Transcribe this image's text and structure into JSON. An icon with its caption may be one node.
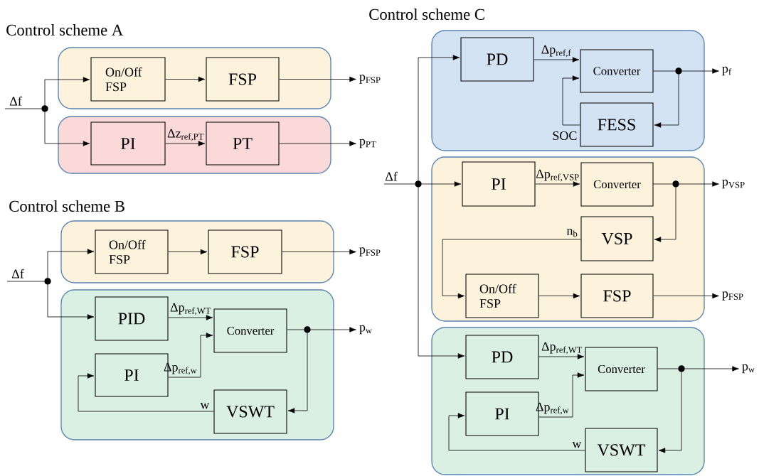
{
  "diagram": {
    "nodes": [
      {
        "text": [],
        "shape": "box"
      },
      {
        "text": [
          "On/Off FSP"
        ],
        "in": 0
      },
      {
        "text": [
          "FSP"
        ],
        "in": 0
      },
      {
        "text": [],
        "shape": "box"
      },
      {
        "text": [
          "PI"
        ],
        "in": 3
      },
      {
        "text": [
          "PT"
        ],
        "in": 3
      },
      {
        "text": [],
        "shape": "circle"
      },
      {
        "text": [
          "p$_{FSP}$"
        ]
      },
      {
        "text": [
          "p$_{PT}$"
        ]
      },
      {
        "text": [],
        "shape": "box"
      },
      {
        "text": [
          "On/Off FSP"
        ],
        "in": 9
      },
      {
        "text": [
          "FSP"
        ],
        "in": 9
      },
      {
        "text": [],
        "shape": "box"
      },
      {
        "text": [
          "PID"
        ],
        "in": 12
      },
      {
        "text": [
          "Converter"
        ],
        "in": 12
      },
      {
        "text": [
          "PI"
        ],
        "in": 12
      },
      {
        "text": [
          "VSWT"
        ],
        "in": 12
      },
      {
        "text": [],
        "shape": "circle"
      },
      {
        "text": [],
        "shape": "circle",
        "in": 12
      },
      {
        "text": [
          "p$_{FSP}$"
        ]
      },
      {
        "text": [
          "p$_{w}$"
        ]
      },
      {
        "text": [],
        "shape": "box"
      },
      {
        "text": [
          "PD"
        ],
        "in": 21
      },
      {
        "text": [
          "Converter"
        ],
        "in": 21
      },
      {
        "text": [
          "FESS"
        ],
        "in": 21
      },
      {
        "text": [],
        "shape": "circle",
        "in": 21
      },
      {
        "text": [
          "p$_{f}$"
        ]
      },
      {
        "text": [],
        "shape": "box"
      },
      {
        "text": [
          "PI"
        ],
        "in": 27
      },
      {
        "text": [
          "Converter"
        ],
        "in": 27
      },
      {
        "text": [
          "VSP"
        ],
        "in": 27
      },
      {
        "text": [
          "On/Off FSP"
        ],
        "in": 27
      },
      {
        "text": [
          "FSP"
        ],
        "in": 27
      },
      {
        "text": [],
        "shape": "circle",
        "in": 27
      },
      {
        "text": [
          "p$_{VSP}$"
        ]
      },
      {
        "text": [
          "p$_{FSP}$"
        ]
      },
      {
        "text": [],
        "shape": "box"
      },
      {
        "text": [
          "PD"
        ],
        "in": 36
      },
      {
        "text": [
          "Converter"
        ],
        "in": 36
      },
      {
        "text": [
          "PI"
        ],
        "in": 36
      },
      {
        "text": [
          "VSWT"
        ],
        "in": 36
      },
      {
        "text": [],
        "shape": "circle",
        "in": 36
      },
      {
        "text": [
          "p$_{w}$"
        ]
      },
      {
        "text": [],
        "shape": "circle"
      }
    ],
    "edges": [
      {
        "from": null,
        "to": 6,
        "arrow": "none",
        "label": "Δf"
      },
      {
        "from": 6,
        "to": 1,
        "arrow": "to"
      },
      {
        "from": 6,
        "to": 4,
        "arrow": "to"
      },
      {
        "from": 1,
        "to": 2,
        "arrow": "to"
      },
      {
        "from": 2,
        "to": 7,
        "arrow": "to"
      },
      {
        "from": 4,
        "to": 5,
        "arrow": "to",
        "label": "Δz$_{ref,PT}$"
      },
      {
        "from": 5,
        "to": 8,
        "arrow": "to"
      },
      {
        "from": null,
        "to": 17,
        "arrow": "none",
        "label": "Δf"
      },
      {
        "from": 17,
        "to": 10,
        "arrow": "to"
      },
      {
        "from": 17,
        "to": 13,
        "arrow": "to"
      },
      {
        "from": 10,
        "to": 11,
        "arrow": "to"
      },
      {
        "from": 11,
        "to": 19,
        "arrow": "to"
      },
      {
        "from": 13,
        "to": 14,
        "arrow": "to",
        "label": "Δp$_{ref,WT}$"
      },
      {
        "from": 15,
        "to": 14,
        "arrow": "to",
        "label": "Δp$_{ref,w}$"
      },
      {
        "from": 14,
        "to": 18,
        "arrow": "none"
      },
      {
        "from": 18,
        "to": 20,
        "arrow": "to"
      },
      {
        "from": 18,
        "to": 16,
        "arrow": "to"
      },
      {
        "from": 16,
        "to": 15,
        "arrow": "to",
        "label": "w"
      },
      {
        "from": null,
        "to": 43,
        "arrow": "none",
        "label": "Δf"
      },
      {
        "from": 43,
        "to": 22,
        "arrow": "to"
      },
      {
        "from": 43,
        "to": 28,
        "arrow": "to"
      },
      {
        "from": 43,
        "to": 37,
        "arrow": "to"
      },
      {
        "from": 22,
        "to": 23,
        "arrow": "to",
        "label": "Δp$_{ref,f}$"
      },
      {
        "from": 23,
        "to": 25,
        "arrow": "none"
      },
      {
        "from": 25,
        "to": 26,
        "arrow": "to"
      },
      {
        "from": 25,
        "to": 24,
        "arrow": "to"
      },
      {
        "from": 24,
        "to": 23,
        "arrow": "to",
        "label": "SOC"
      },
      {
        "from": 28,
        "to": 29,
        "arrow": "to",
        "label": "Δp$_{ref,VSP}$"
      },
      {
        "from": 29,
        "to": 33,
        "arrow": "none"
      },
      {
        "from": 33,
        "to": 34,
        "arrow": "to"
      },
      {
        "from": 33,
        "to": 30,
        "arrow": "to"
      },
      {
        "from": 30,
        "to": 31,
        "arrow": "to",
        "label": "n$_{b}$"
      },
      {
        "from": 31,
        "to": 32,
        "arrow": "to"
      },
      {
        "from": 32,
        "to": 35,
        "arrow": "to"
      },
      {
        "from": 37,
        "to": 38,
        "arrow": "to",
        "label": "Δp$_{ref,WT}$"
      },
      {
        "from": 39,
        "to": 38,
        "arrow": "to",
        "label": "Δp$_{ref,w}$"
      },
      {
        "from": 38,
        "to": 41,
        "arrow": "none"
      },
      {
        "from": 41,
        "to": 42,
        "arrow": "to"
      },
      {
        "from": 41,
        "to": 40,
        "arrow": "to"
      },
      {
        "from": 40,
        "to": 39,
        "arrow": "to",
        "label": "w"
      }
    ],
    "labels": [
      "Control scheme A",
      "Control scheme B",
      "Control scheme C"
    ]
  }
}
